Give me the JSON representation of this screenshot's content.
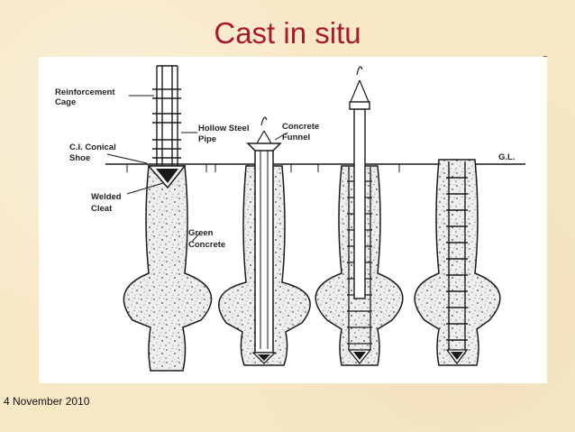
{
  "slide": {
    "title": "Cast in situ",
    "date": "4 November 2010"
  },
  "diagram": {
    "labels": {
      "reinforcement_cage_1": "Reinforcement",
      "reinforcement_cage_2": "Cage",
      "hollow_steel_pipe_1": "Hollow Steel",
      "hollow_steel_pipe_2": "Pipe",
      "ci_conical_shoe_1": "C.I. Conical",
      "ci_conical_shoe_2": "Shoe",
      "welded_cleat_1": "Welded",
      "welded_cleat_2": "Cleat",
      "green_concrete_1": "Green",
      "green_concrete_2": "Concrete",
      "concrete_funnel_1": "Concrete",
      "concrete_funnel_2": "Funnel",
      "ground_level": "G.L."
    },
    "colors": {
      "ink": "#1a1a1a",
      "concrete_fill": "#e9e9e9",
      "title": "#a8192e"
    }
  }
}
